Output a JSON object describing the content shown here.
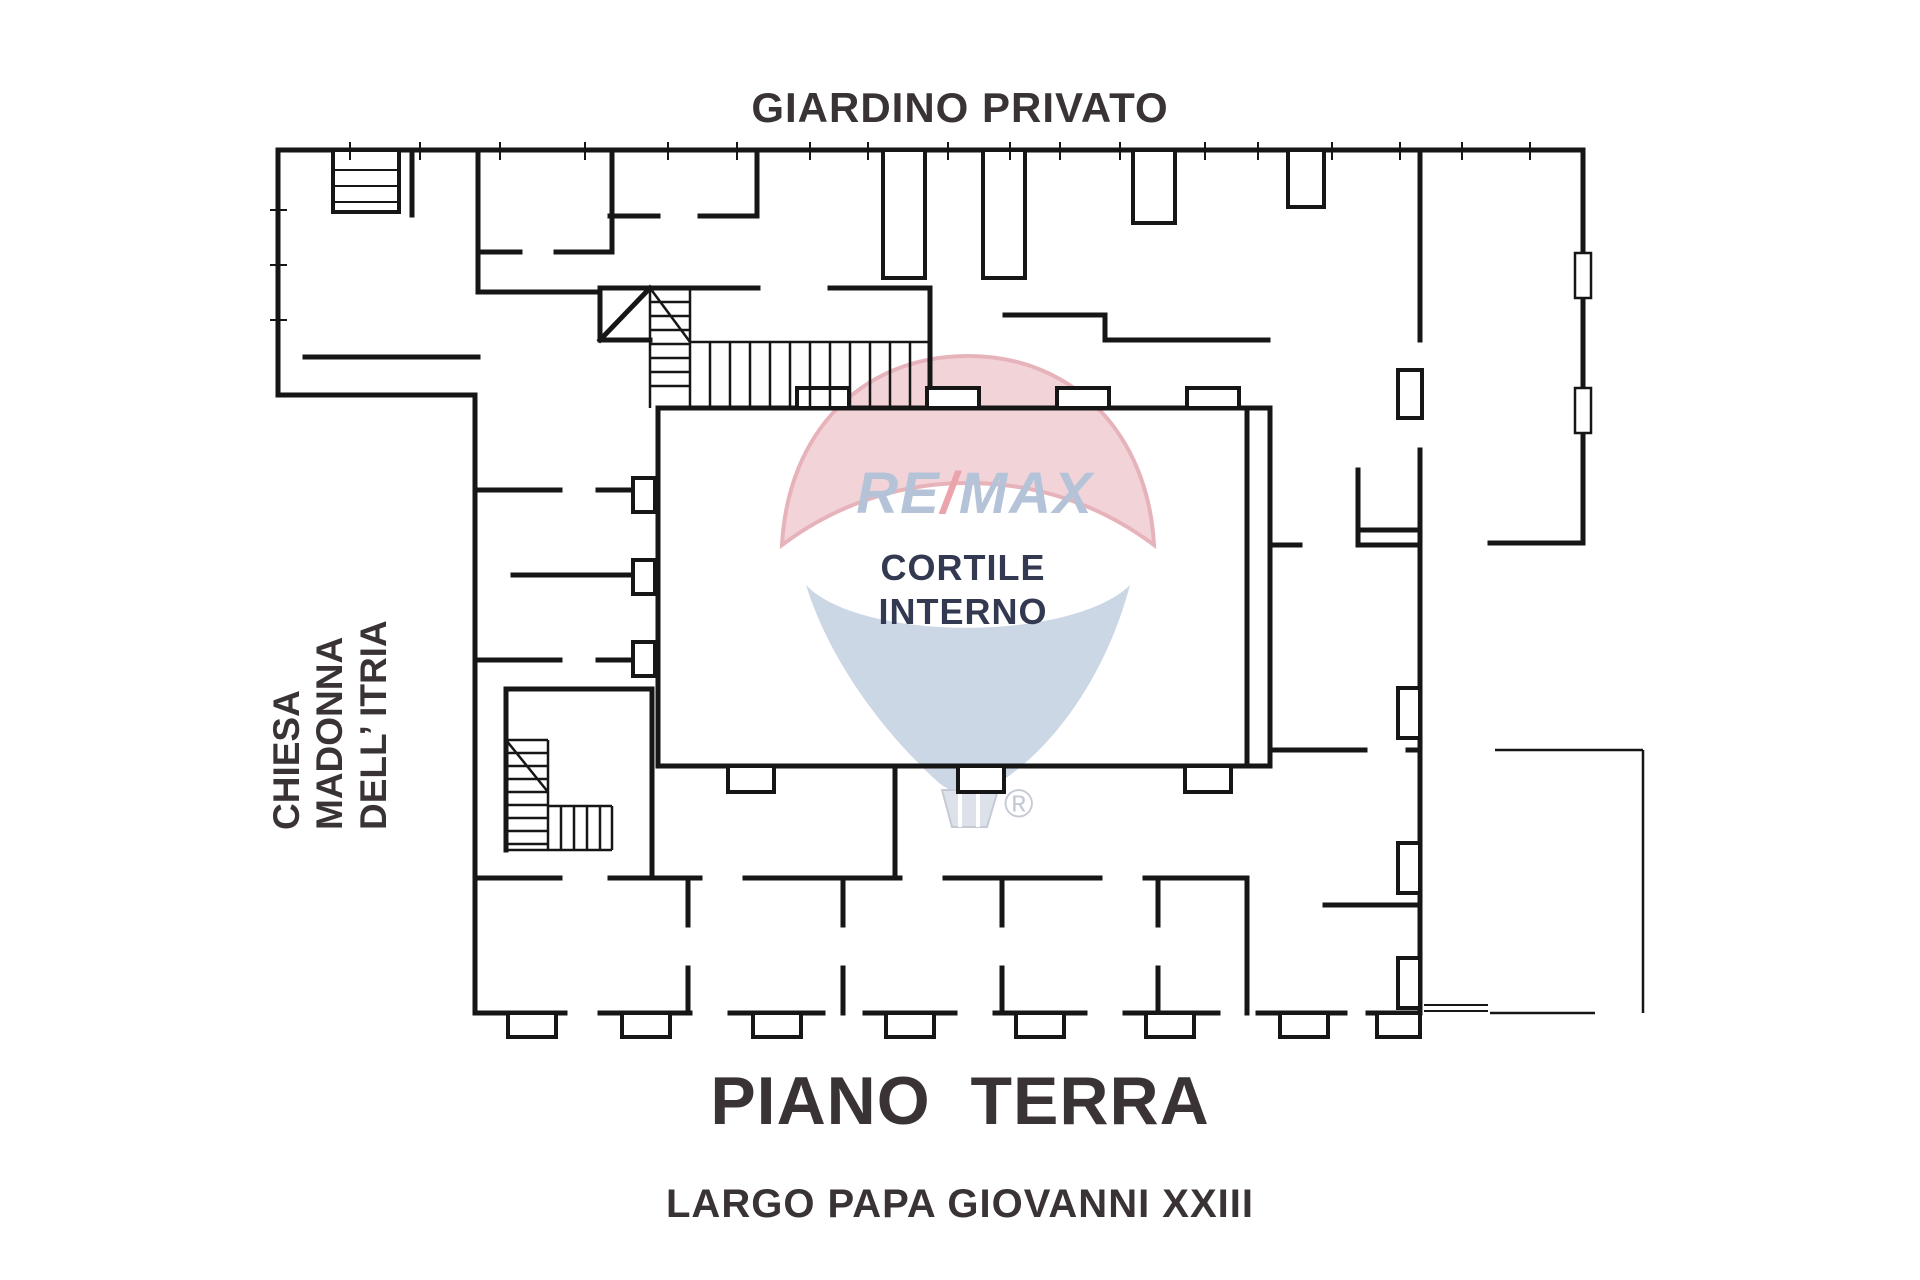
{
  "plan": {
    "title_top": "GIARDINO PRIVATO",
    "side_label": {
      "lines": [
        "CHIESA",
        "MADONNA",
        "DELL’ ITRIA"
      ]
    },
    "courtyard": {
      "lines": [
        "CORTILE",
        "INTERNO"
      ]
    },
    "floor_title": "PIANO  TERRA",
    "address": "LARGO PAPA GIOVANNI XXIII"
  },
  "logo": {
    "re": "RE",
    "slash": "/",
    "max": "MAX",
    "registered": "®"
  },
  "colors": {
    "wall": "#161616",
    "label_text": "#3a3335",
    "courtyard_text": "#323950",
    "balloon_pink": "#f2d4d8",
    "balloon_pink_rim": "#e7b3ba",
    "balloon_blue": "#ccd7e5",
    "logo_letters": "#b5c3d9",
    "logo_slash": "#eba3ac",
    "basket_gray": "#dde1e9"
  }
}
